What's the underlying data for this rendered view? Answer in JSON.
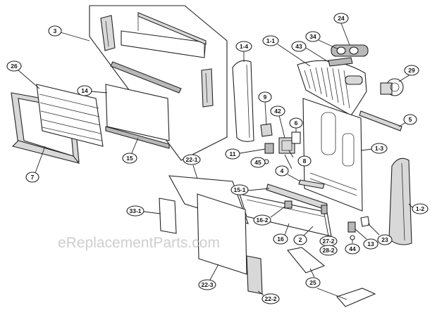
{
  "watermark": "eReplacementParts.com",
  "colors": {
    "line": "#222222",
    "shade": "#d8d8d8",
    "watermark": "#bdbdbd"
  },
  "callouts": [
    {
      "id": "3",
      "label": "3"
    },
    {
      "id": "26",
      "label": "26"
    },
    {
      "id": "14",
      "label": "14"
    },
    {
      "id": "7",
      "label": "7"
    },
    {
      "id": "15",
      "label": "15"
    },
    {
      "id": "1-4",
      "label": "1-4"
    },
    {
      "id": "1-1",
      "label": "1-1"
    },
    {
      "id": "34",
      "label": "34"
    },
    {
      "id": "24",
      "label": "24"
    },
    {
      "id": "43",
      "label": "43"
    },
    {
      "id": "29",
      "label": "29"
    },
    {
      "id": "9",
      "label": "9"
    },
    {
      "id": "42",
      "label": "42"
    },
    {
      "id": "6",
      "label": "6"
    },
    {
      "id": "5",
      "label": "5"
    },
    {
      "id": "11",
      "label": "11"
    },
    {
      "id": "45",
      "label": "45"
    },
    {
      "id": "8",
      "label": "8"
    },
    {
      "id": "1-3",
      "label": "1-3"
    },
    {
      "id": "4",
      "label": "4"
    },
    {
      "id": "22-1",
      "label": "22-1"
    },
    {
      "id": "15-1",
      "label": "15-1"
    },
    {
      "id": "1-2",
      "label": "1-2"
    },
    {
      "id": "33-1",
      "label": "33-1"
    },
    {
      "id": "16-2",
      "label": "16-2"
    },
    {
      "id": "16",
      "label": "16"
    },
    {
      "id": "2",
      "label": "2"
    },
    {
      "id": "27-2",
      "label": "27-2"
    },
    {
      "id": "28-2",
      "label": "28-2"
    },
    {
      "id": "13",
      "label": "13"
    },
    {
      "id": "23",
      "label": "23"
    },
    {
      "id": "44",
      "label": "44"
    },
    {
      "id": "22-3",
      "label": "22-3"
    },
    {
      "id": "25",
      "label": "25"
    },
    {
      "id": "22-2",
      "label": "22-2"
    }
  ]
}
